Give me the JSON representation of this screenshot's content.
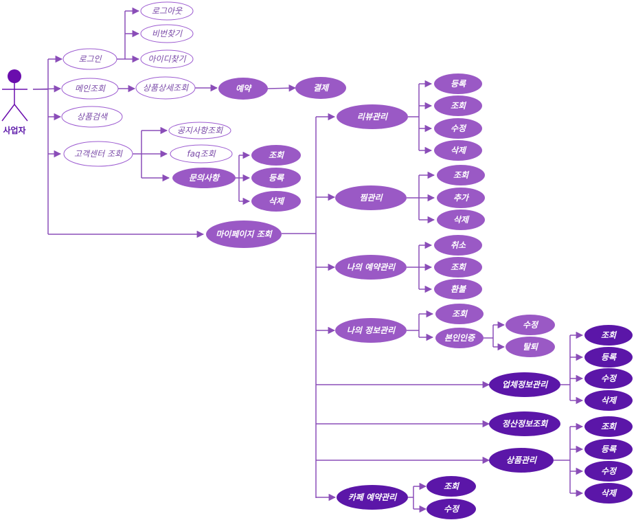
{
  "actor": {
    "label": "사업자",
    "color": "#6a0dad"
  },
  "colors": {
    "line": "#8a4db8",
    "outline_stroke": "#9b59d0",
    "outline_text": "#7a4aa8",
    "light_fill": "#9a59c5",
    "dark_fill": "#5b16a8",
    "white_text": "#ffffff"
  },
  "nodes": {
    "logout": "로그아웃",
    "find_pw": "비번찾기",
    "find_id": "아이디찾기",
    "login": "로그인",
    "main_view": "메인조회",
    "product_detail": "상품상세조회",
    "reserve": "예약",
    "payment": "결제",
    "product_search": "상품검색",
    "notice_view": "공지사항조회",
    "faq_view": "faq조회",
    "customer_center": "고객센터 조회",
    "inquiry": "문의사항",
    "inq_view": "조회",
    "inq_register": "등록",
    "inq_delete": "삭제",
    "mypage": "마이페이지 조회",
    "review_mgmt": "리뷰관리",
    "rev_register": "등록",
    "rev_view": "조회",
    "rev_edit": "수정",
    "rev_delete": "삭제",
    "wish_mgmt": "찜관리",
    "wish_view": "조회",
    "wish_add": "추가",
    "wish_delete": "삭제",
    "my_reservation": "나의 예약관리",
    "res_cancel": "취소",
    "res_view": "조회",
    "res_refund": "환불",
    "my_info": "나의 정보관리",
    "info_view": "조회",
    "identity_verify": "본인인증",
    "id_edit": "수정",
    "id_withdraw": "탈퇴",
    "company_info": "업체정보관리",
    "co_view": "조회",
    "co_register": "등록",
    "co_edit": "수정",
    "co_delete": "삭제",
    "settlement": "정산정보조회",
    "product_mgmt": "상품관리",
    "pm_view": "조회",
    "pm_register": "등록",
    "pm_edit": "수정",
    "pm_delete": "삭제",
    "cafe_reservation": "카페 예약관리",
    "cafe_view": "조회",
    "cafe_edit": "수정"
  }
}
